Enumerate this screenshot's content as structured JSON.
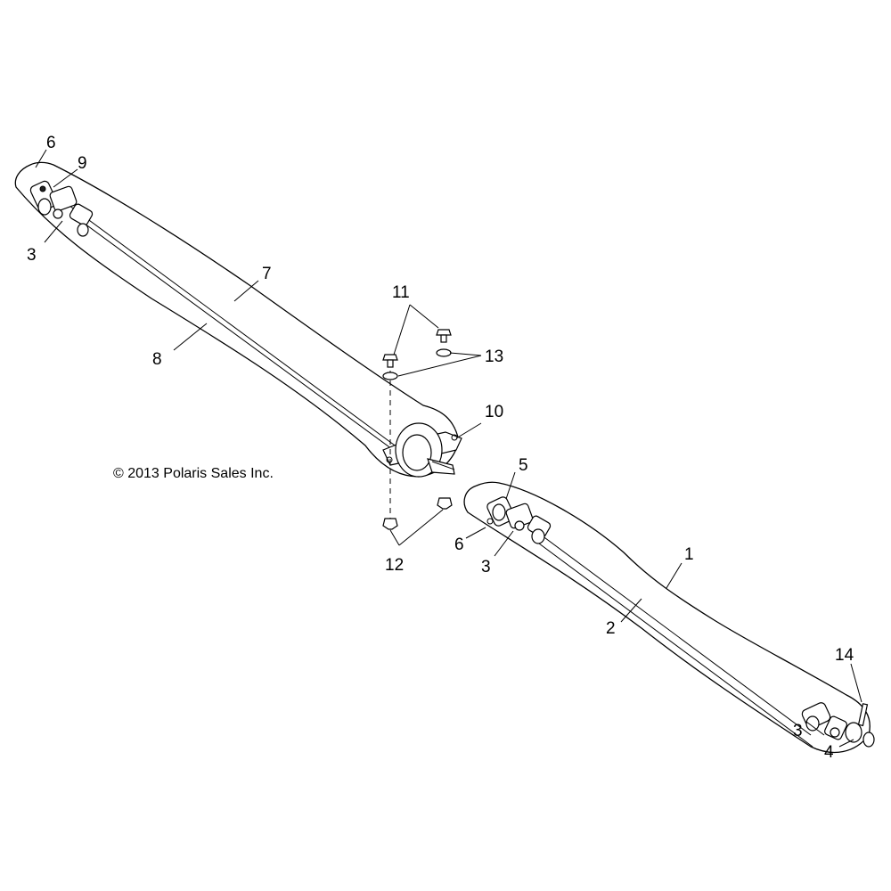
{
  "copyright": "© 2013 Polaris Sales Inc.",
  "callouts": {
    "c1": "1",
    "c2": "2",
    "c3a": "3",
    "c3b": "3",
    "c3c": "3",
    "c4": "4",
    "c5": "5",
    "c6a": "6",
    "c6b": "6",
    "c7": "7",
    "c8": "8",
    "c9": "9",
    "c10": "10",
    "c11": "11",
    "c12": "12",
    "c13": "13",
    "c14": "14"
  }
}
